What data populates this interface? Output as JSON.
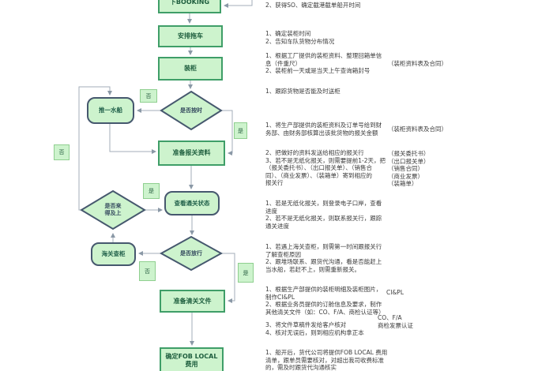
{
  "flow": {
    "booking": "下BOOKING",
    "trailer": "安排拖车",
    "load": "装柜",
    "decision_ontime": "是否按时",
    "postpone": "推一水船",
    "prep_declare": "准备报关资料",
    "check_status": "查看通关状态",
    "decision_release": "是否放行",
    "decision_catch": "是否来\n得及上",
    "inspection": "海关查柜",
    "prep_clearance": "准备清关文件",
    "fob": "确定FOB LOCAL\n费用",
    "yes": "是",
    "no": "否"
  },
  "notes": [
    {
      "text": "2、获得SO、确定截港截单船开时间"
    },
    {
      "text": "1、确定装柜时间\n2、告知车队货物分布情况"
    },
    {
      "text": "1、根据工厂提供的装柜资料、整理回箱单信\n息（件重尺）\n2、装柜前一天或是当天上午查询箱封号",
      "docs": "（装柜资料表及合同）"
    },
    {
      "text": "1、跟踪货物是否能及时送柜"
    },
    {
      "text": "1、将生产部提供的装柜资料及订单号给到财\n务部、由财务部核算出该批货物的报关金额",
      "docs": "（装柜资料表及合同）"
    },
    {
      "text": "2、把做好的资料发送给相应的报关行\n3、若不是无纸化报关，则需要提前1-2天，把\n（报关委托书）、（出口报关单）、（销售合\n同）、（商业发票）、（装箱单）寄到相应的\n报关行",
      "docs": "（报关委托书）\n（出口报关单）\n（销售合同）\n（商业发票）\n（装箱单）"
    },
    {
      "text": "1、若是无纸化报关，则登录电子口岸，查看\n进度\n2、若不是无纸化报关，则联系报关行，跟踪\n通关进度"
    },
    {
      "text": "1、若遇上海关查柜，则需第一时间跟报关行\n了解查柜原因\n2、跟堆场联系、跟货代沟通，看是否能赶上\n当水船，若赶不上，则需重新报关。"
    },
    {
      "text": "1、根据生产部提供的装柜明细及装柜图片，\n制作CI&PL\n2、根据业务员提供的订舱信息及要求，制作\n其他清关文件（如：CO、F/A、商检认证等）",
      "docs": "CI&PL"
    },
    {
      "text": "3、将文件草稿件发给客户核对\n4、核对无误后，则到相应机构拿正本",
      "docs": "CO、F/A\n商检发票认证"
    },
    {
      "text": "1、船开后，货代公司将提供FOB LOCAL 费用\n清单，跟单员需要核对，对超出我司收费标准\n的，需及时跟货代沟通核实"
    }
  ]
}
